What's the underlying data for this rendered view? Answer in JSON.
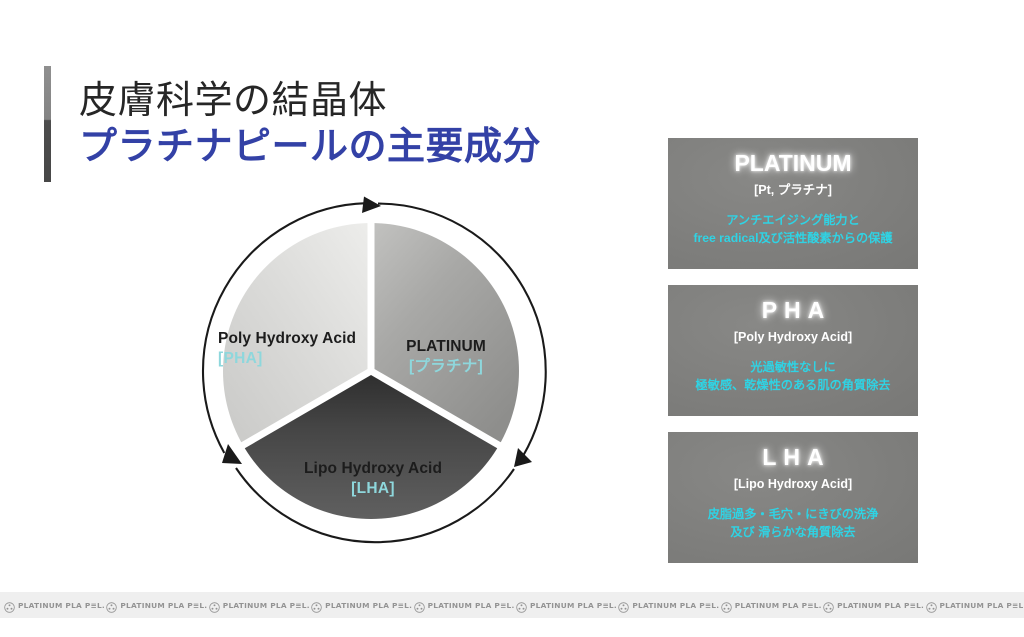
{
  "slide": {
    "title_line_1": "皮膚科学の結晶体",
    "title_line_2": "プラチナピールの主要成分",
    "accent_blue": "#3341a6",
    "accent_cyan_light": "#8ed7dc",
    "accent_cyan_bright": "#2fd3e4",
    "background": "#ffffff"
  },
  "diagram": {
    "type": "pie",
    "title": "プラチナピールの主要成分",
    "slices": [
      {
        "key": "platinum",
        "en_label": "PLATINUM",
        "jp_label": "[プラチナ]",
        "value": 33.33,
        "color": "#a6a6a4"
      },
      {
        "key": "pha",
        "en_label": "Poly Hydroxy Acid",
        "jp_label": "[PHA]",
        "value": 33.33,
        "color": "#dedede"
      },
      {
        "key": "lha",
        "en_label": "Lipo Hydroxy Acid",
        "jp_label": "[LHA]",
        "value": 33.33,
        "color": "#4a4a4a"
      }
    ]
  },
  "chart_data": {
    "type": "pie",
    "title": "プラチナピールの主要成分",
    "categories": [
      "PLATINUM",
      "Poly Hydroxy Acid",
      "Lipo Hydroxy Acid"
    ],
    "values": [
      33.33,
      33.33,
      33.33
    ],
    "labels": [
      "[プラチナ]",
      "[PHA]",
      "[LHA]"
    ],
    "colors": [
      "#a6a6a4",
      "#dedede",
      "#4a4a4a"
    ],
    "legend": "none",
    "grid": false,
    "annotations": [
      "circular arrows indicating a continuous cycle"
    ]
  },
  "panels": [
    {
      "title": "PLATINUM",
      "spaced": false,
      "subtitle": "[Pt, プラチナ]",
      "desc_line_1": "アンチエイジング能力と",
      "desc_line_2": "free radical及び活性酸素からの保護"
    },
    {
      "title": "PHA",
      "spaced": true,
      "subtitle": "[Poly Hydroxy Acid]",
      "desc_line_1": "光過敏性なしに",
      "desc_line_2": "極敏感、乾燥性のある肌の角質除去"
    },
    {
      "title": "LHA",
      "spaced": true,
      "subtitle": "[Lipo Hydroxy Acid]",
      "desc_line_1": "皮脂過多・毛穴・にきびの洗浄",
      "desc_line_2": "及び 滑らかな角質除去"
    }
  ],
  "footer": {
    "watermark_text": "PLATINUM PLA P≡L.",
    "repeat_count": 10,
    "background": "#efefef"
  }
}
